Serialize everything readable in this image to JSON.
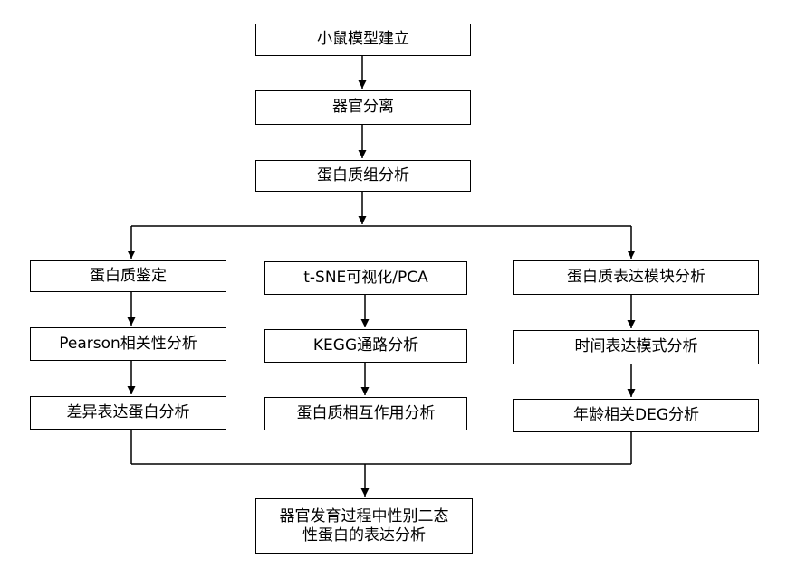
{
  "flowchart": {
    "step1": "小鼠模型建立",
    "step2": "器官分离",
    "step3": "蛋白质组分析",
    "left_branch": [
      "蛋白质鉴定",
      "Pearson相关性分析",
      "差异表达蛋白分析"
    ],
    "middle_branch": [
      "t-SNE可视化/PCA",
      "KEGG通路分析",
      "蛋白质相互作用分析"
    ],
    "right_branch": [
      "蛋白质表达模块分析",
      "时间表达模式分析",
      "年龄相关DEG分析"
    ],
    "final_line1": "器官发育过程中性别二态",
    "final_line2": "性蛋白的表达分析"
  }
}
